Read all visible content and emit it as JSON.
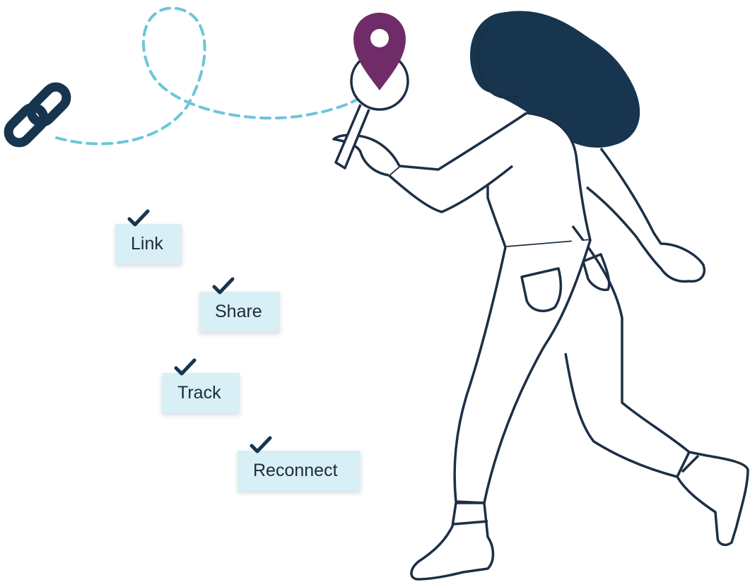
{
  "steps": [
    {
      "label": "Link"
    },
    {
      "label": "Share"
    },
    {
      "label": "Track"
    },
    {
      "label": "Reconnect"
    }
  ],
  "icons": {
    "link": "chain-link-icon",
    "pin": "map-pin-icon",
    "magnifier": "magnifying-glass-icon",
    "check": "checkmark-icon"
  },
  "colors": {
    "navy": "#17354f",
    "outline": "#1c2f45",
    "pin": "#6f2c68",
    "dashed_path": "#6cc6d8",
    "step_bg": "#d9eff6"
  }
}
